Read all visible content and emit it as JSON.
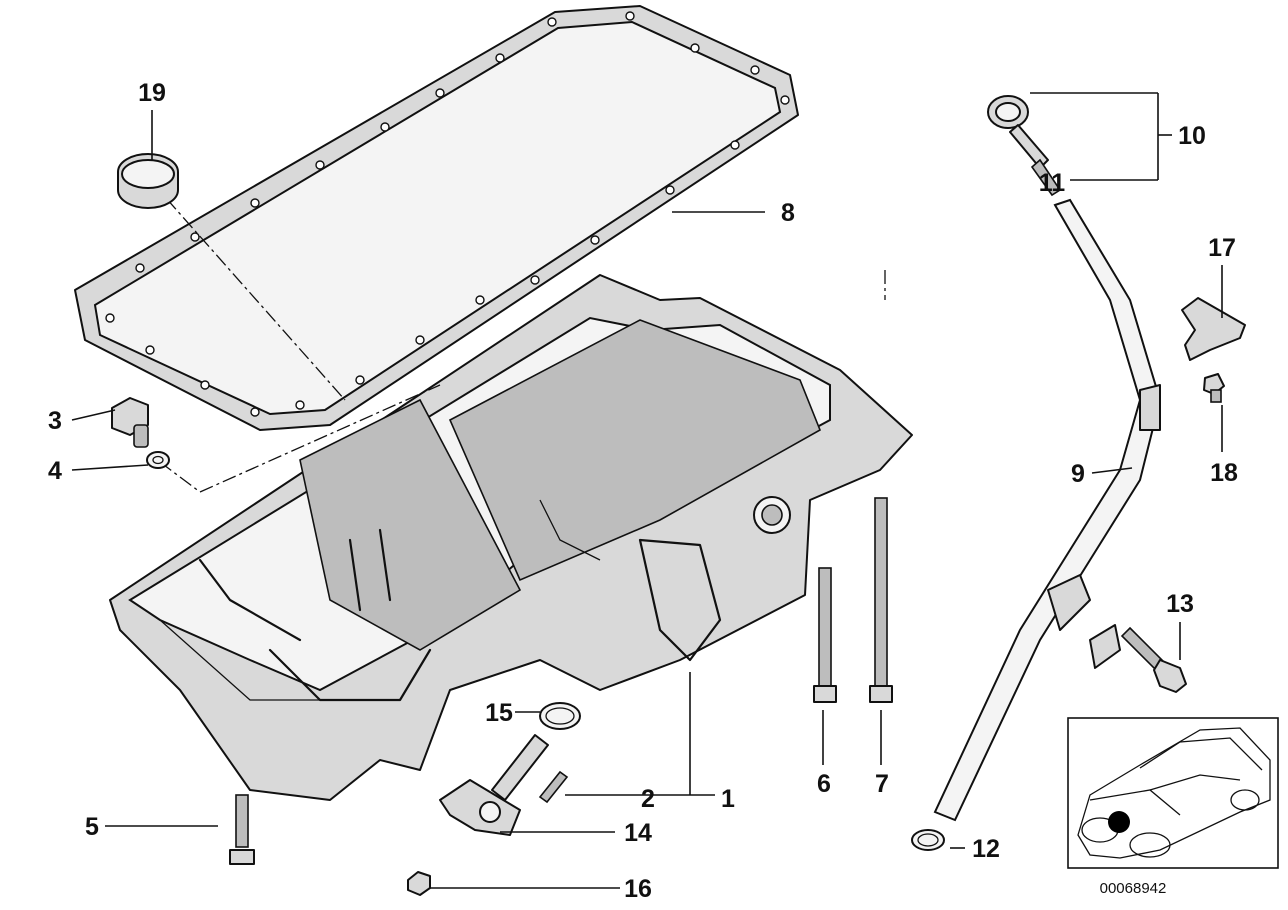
{
  "callouts": {
    "c1": "1",
    "c2": "2",
    "c3": "3",
    "c4": "4",
    "c5": "5",
    "c6": "6",
    "c7": "7",
    "c8": "8",
    "c9": "9",
    "c10": "10",
    "c11": "11",
    "c12": "12",
    "c13": "13",
    "c14": "14",
    "c15": "15",
    "c16": "16",
    "c17": "17",
    "c18": "18",
    "c19": "19"
  },
  "reference_code": "00068942"
}
